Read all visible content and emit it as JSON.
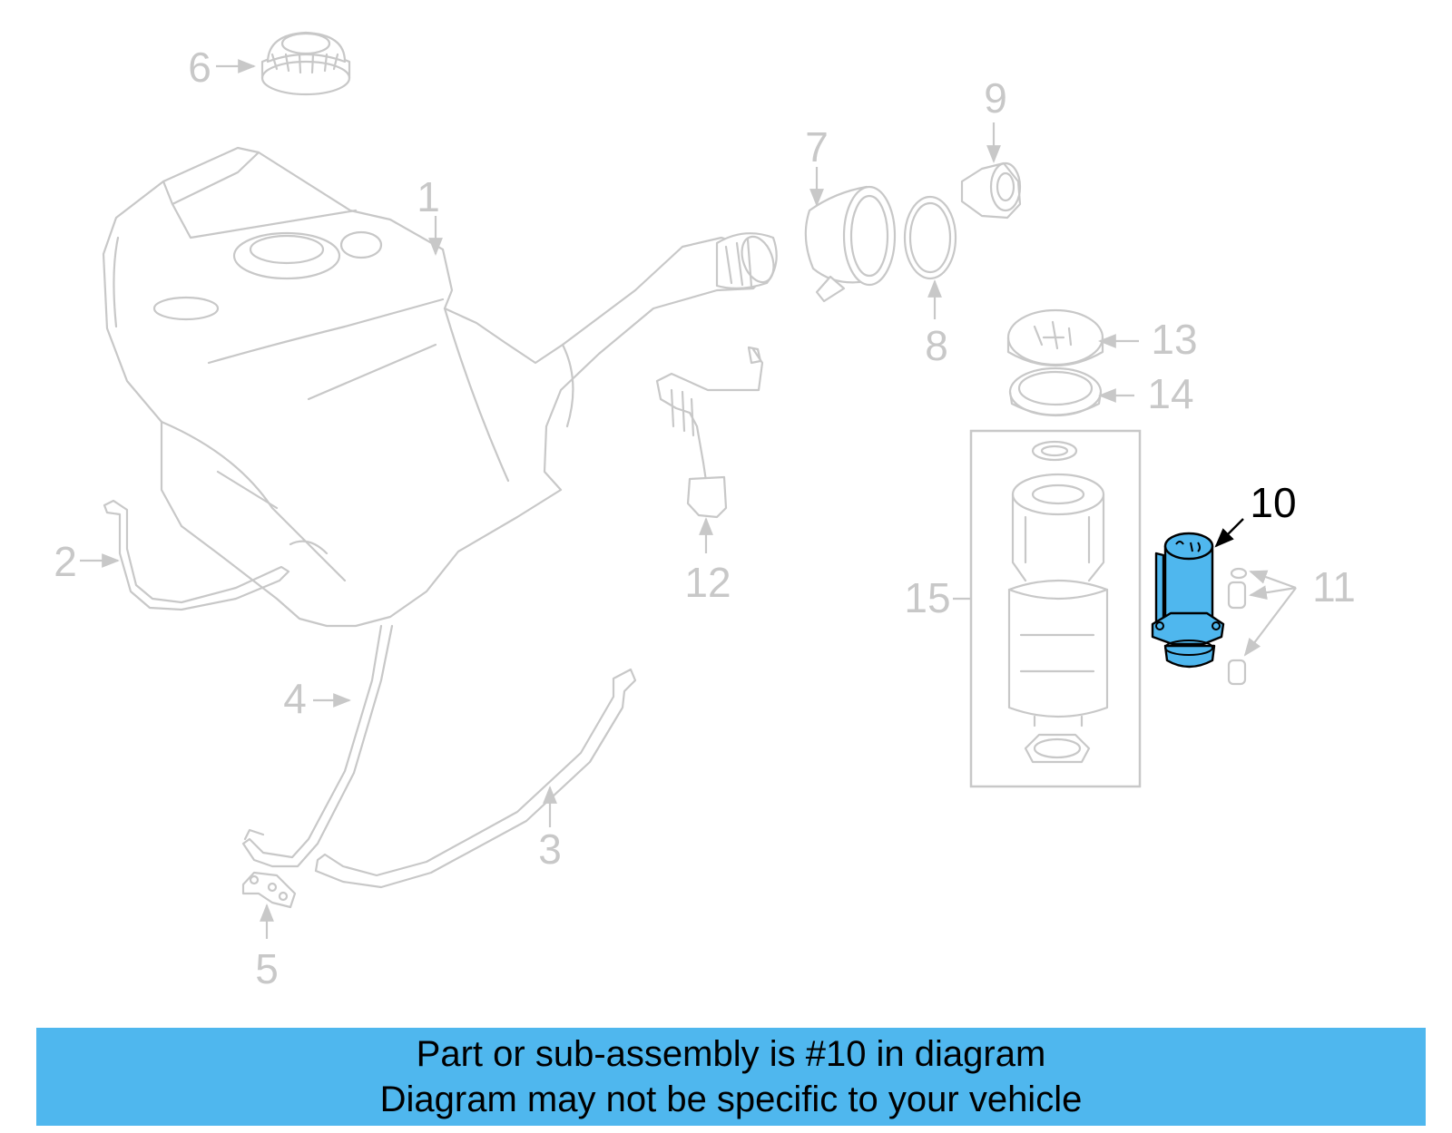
{
  "diagram": {
    "callouts": [
      "1",
      "2",
      "3",
      "4",
      "5",
      "6",
      "7",
      "8",
      "9",
      "10",
      "11",
      "12",
      "13",
      "14",
      "15"
    ],
    "highlighted_part": "10",
    "highlight_color": "#4fb7ee",
    "ghost_color": "#c8c8c8"
  },
  "banner": {
    "line1": "Part or sub-assembly is #10 in diagram",
    "line2": "Diagram may not be specific to your vehicle",
    "color": "#4fb7ee"
  }
}
